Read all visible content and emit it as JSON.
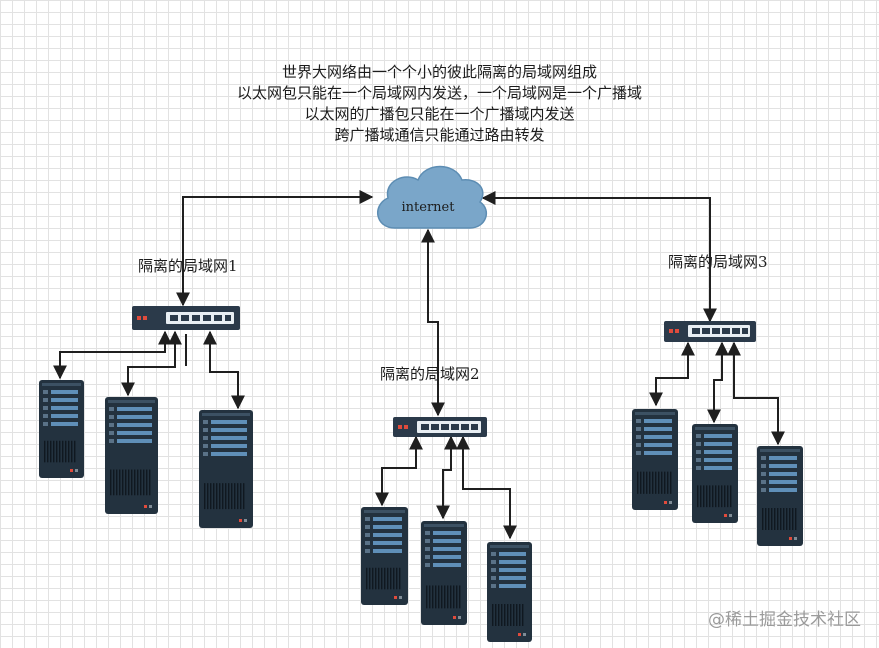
{
  "description_lines": [
    "世界大网络由一个个小的彼此隔离的局域网组成",
    "以太网包只能在一个局域网内发送，一个局域网是一个广播域",
    "以太网的广播包只能在一个广播域内发送",
    "跨广播域通信只能通过路由转发"
  ],
  "internet_label": "internet",
  "lans": [
    {
      "label": "隔离的局域网1",
      "servers": 3
    },
    {
      "label": "隔离的局域网2",
      "servers": 3
    },
    {
      "label": "隔离的局域网3",
      "servers": 3
    }
  ],
  "watermark": "@稀土掘金技术社区",
  "colors": {
    "cloud_fill": "#7aa6c9",
    "cloud_stroke": "#5d8db3",
    "switch_body": "#2b3a4a",
    "switch_port": "#e8eef3",
    "server_body": "#23323f",
    "server_bar": "#5f8fb8",
    "connector": "#1f1f1f",
    "led": "#e04b3c"
  }
}
